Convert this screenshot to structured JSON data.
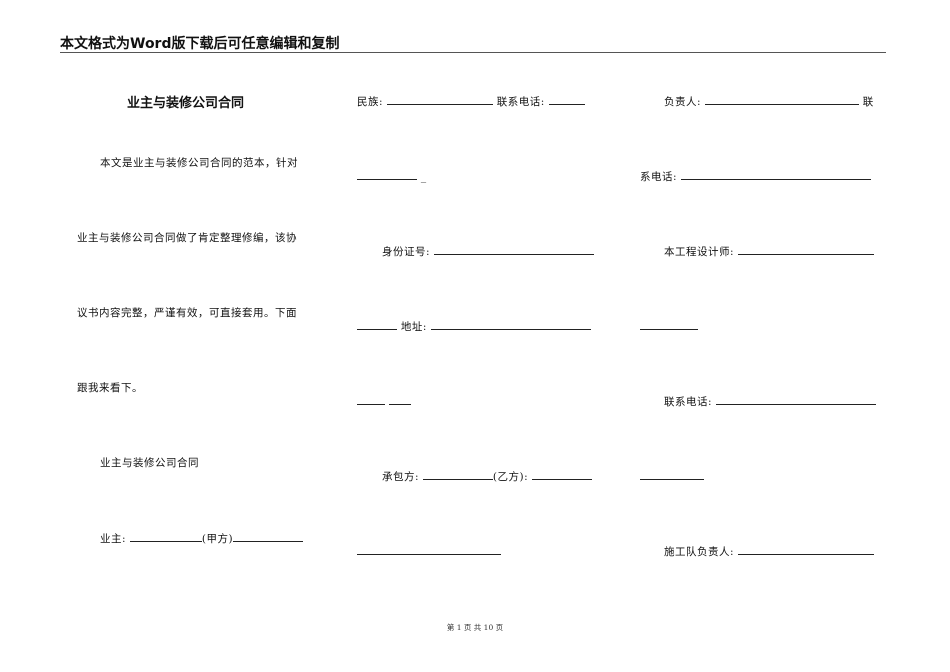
{
  "header": {
    "title": "本文格式为Word版下载后可任意编辑和复制"
  },
  "col1": {
    "title": "业主与装修公司合同",
    "intro_1": "本文是业主与装修公司合同的范本，针对",
    "intro_2": "业主与装修公司合同做了肯定整理修编，该协",
    "intro_3": "议书内容完整，严谨有效，可直接套用。下面",
    "intro_4": "跟我来看下。",
    "subtitle": "业主与装修公司合同",
    "owner_label": "业主:",
    "party_a": "(甲方)"
  },
  "col2": {
    "ethnicity_label": "民族:",
    "phone_label": "联系电话:",
    "tail_mark": "_",
    "id_label": "身份证号:",
    "address_label": "地址:",
    "contractor_label": "承包方:",
    "party_b": "(乙方):"
  },
  "col3": {
    "responsible_label": "负责人:",
    "lian": "联",
    "xi_phone": "系电话:",
    "designer_label": "本工程设计师:",
    "phone_label": "联系电话:",
    "team_leader_label": "施工队负责人:"
  },
  "footer": {
    "page_text": "第 1 页 共 10 页"
  }
}
